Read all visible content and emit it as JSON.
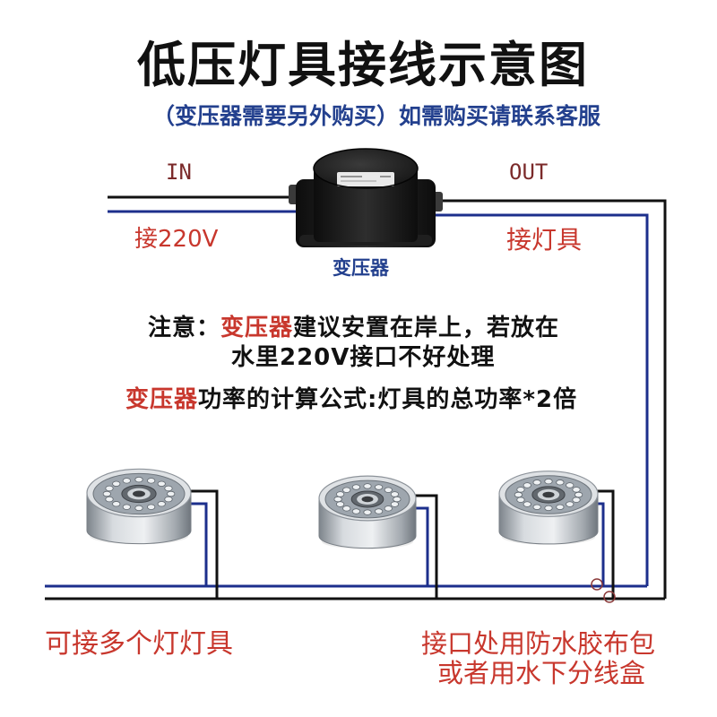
{
  "title": "低压灯具接线示意图",
  "subtitle": "（变压器需要另外购买）如需购买请联系客服",
  "input": {
    "label": "IN",
    "note": "接220V"
  },
  "output": {
    "label": "OUT",
    "note": "接灯具"
  },
  "transformer": {
    "label": "变压器"
  },
  "caution": {
    "line1": {
      "prefix": "注意：",
      "highlight": "变压器",
      "rest": "建议安置在岸上，若放在"
    },
    "line2": "水里220V接口不好处理"
  },
  "formula": {
    "highlight": "变压器",
    "rest": "功率的计算公式:灯具的总功率*2倍"
  },
  "bottom": {
    "left": "可接多个灯灯具",
    "right_line1": "接口处用防水胶布包",
    "right_line2": "或者用水下分线盒"
  },
  "icons": [
    "transformer-icon",
    "underwater-led-light-icon",
    "wire-junction-icon"
  ],
  "colors": {
    "red": "#c8372d",
    "dark_red": "#7b2a2a",
    "blue_text": "#23408e",
    "wire_blue": "#1c2f8c",
    "wire_black": "#111111"
  }
}
